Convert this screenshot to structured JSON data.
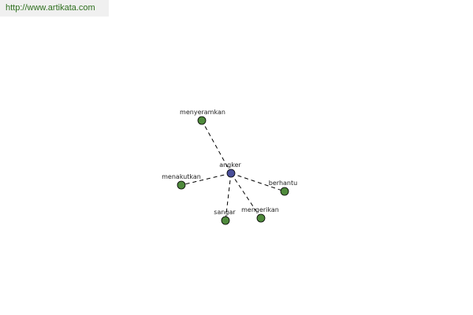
{
  "source_url": "http://www.artikata.com",
  "colors": {
    "center_node": "#4a4f9a",
    "leaf_node": "#4f8a3c",
    "link": "#2e6f1e"
  },
  "graph": {
    "center": "angker",
    "nodes": [
      {
        "id": "angker",
        "label": "angker",
        "role": "center"
      },
      {
        "id": "menyeramkan",
        "label": "menyeramkan",
        "role": "leaf"
      },
      {
        "id": "menakutkan",
        "label": "menakutkan",
        "role": "leaf"
      },
      {
        "id": "berhantu",
        "label": "berhantu",
        "role": "leaf"
      },
      {
        "id": "sangar",
        "label": "sangar",
        "role": "leaf"
      },
      {
        "id": "mengerikan",
        "label": "mengerikan",
        "role": "leaf"
      }
    ],
    "edges": [
      {
        "from": "angker",
        "to": "menyeramkan"
      },
      {
        "from": "angker",
        "to": "menakutkan"
      },
      {
        "from": "angker",
        "to": "berhantu"
      },
      {
        "from": "angker",
        "to": "sangar"
      },
      {
        "from": "angker",
        "to": "mengerikan"
      }
    ]
  }
}
